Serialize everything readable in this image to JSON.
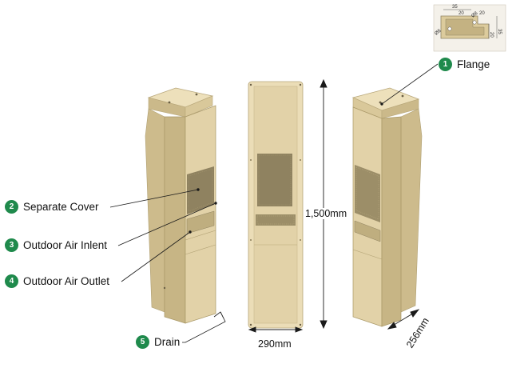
{
  "callouts": [
    {
      "num": "1",
      "label": "Flange"
    },
    {
      "num": "2",
      "label": "Separate Cover"
    },
    {
      "num": "3",
      "label": "Outdoor Air Inlent"
    },
    {
      "num": "4",
      "label": "Outdoor Air Outlet"
    },
    {
      "num": "5",
      "label": "Drain"
    }
  ],
  "dimensions": {
    "height": "1,500mm",
    "width": "290mm",
    "depth": "256mm"
  },
  "flange_detail": {
    "dims": [
      "35",
      "20",
      "35",
      "20",
      "20"
    ],
    "holes": [
      "Ø8",
      "Ø8"
    ]
  },
  "colors": {
    "unit_body": "#e2d2a8",
    "unit_shade": "#c9b888",
    "unit_dark": "#a99867",
    "badge": "#1f8a4c"
  }
}
